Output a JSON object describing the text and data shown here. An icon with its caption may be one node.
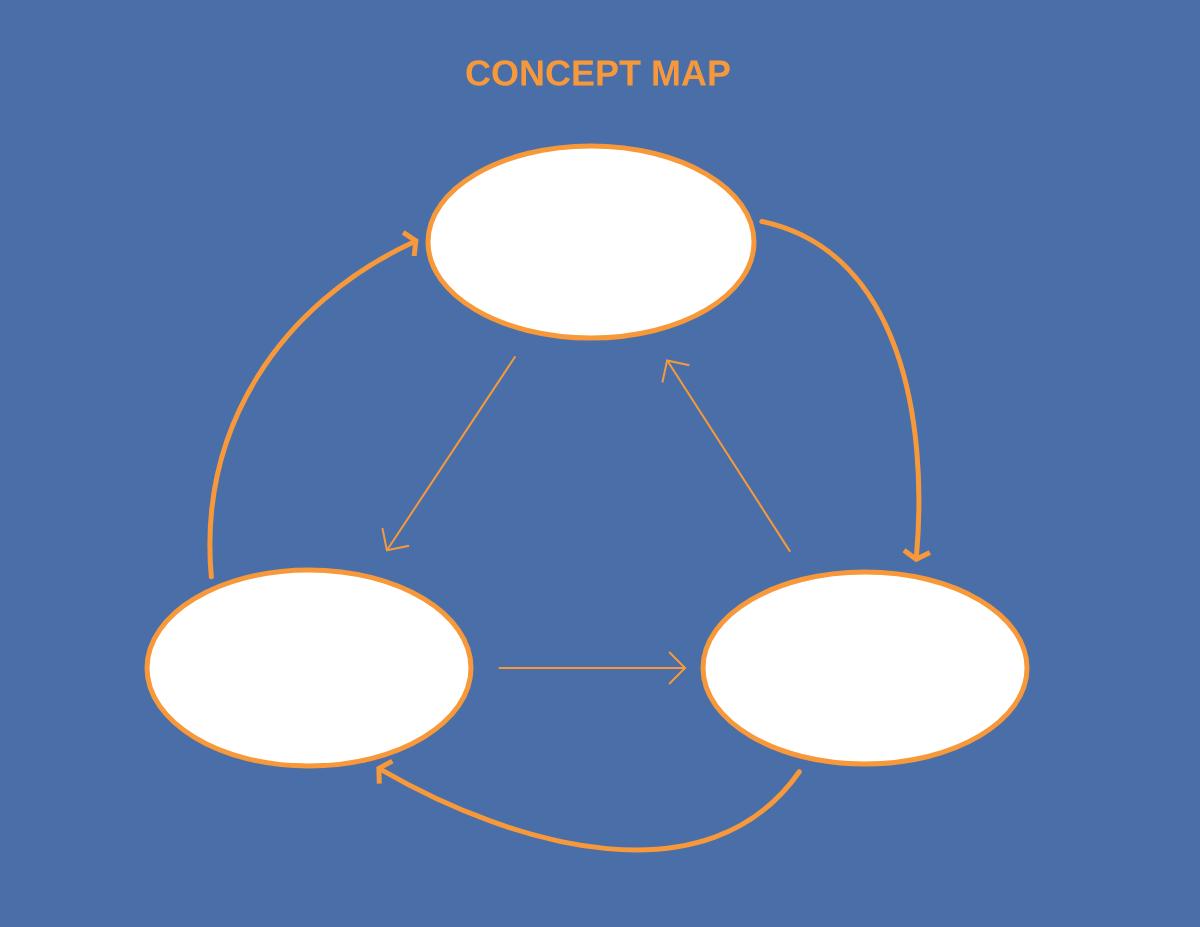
{
  "diagram": {
    "title": "CONCEPT MAP",
    "nodes": [
      {
        "text": [],
        "shape": "ellipse"
      },
      {
        "text": [],
        "shape": "ellipse"
      },
      {
        "text": [],
        "shape": "ellipse"
      }
    ],
    "edges": [
      {
        "from": 0,
        "to": 2,
        "arrow": "to",
        "style": "thick"
      },
      {
        "from": 2,
        "to": 1,
        "arrow": "to",
        "style": "thick"
      },
      {
        "from": 1,
        "to": 0,
        "arrow": "to",
        "style": "thick"
      },
      {
        "from": 0,
        "to": 1,
        "arrow": "to"
      },
      {
        "from": 1,
        "to": 2,
        "arrow": "to"
      },
      {
        "from": 2,
        "to": 0,
        "arrow": "to"
      }
    ]
  }
}
